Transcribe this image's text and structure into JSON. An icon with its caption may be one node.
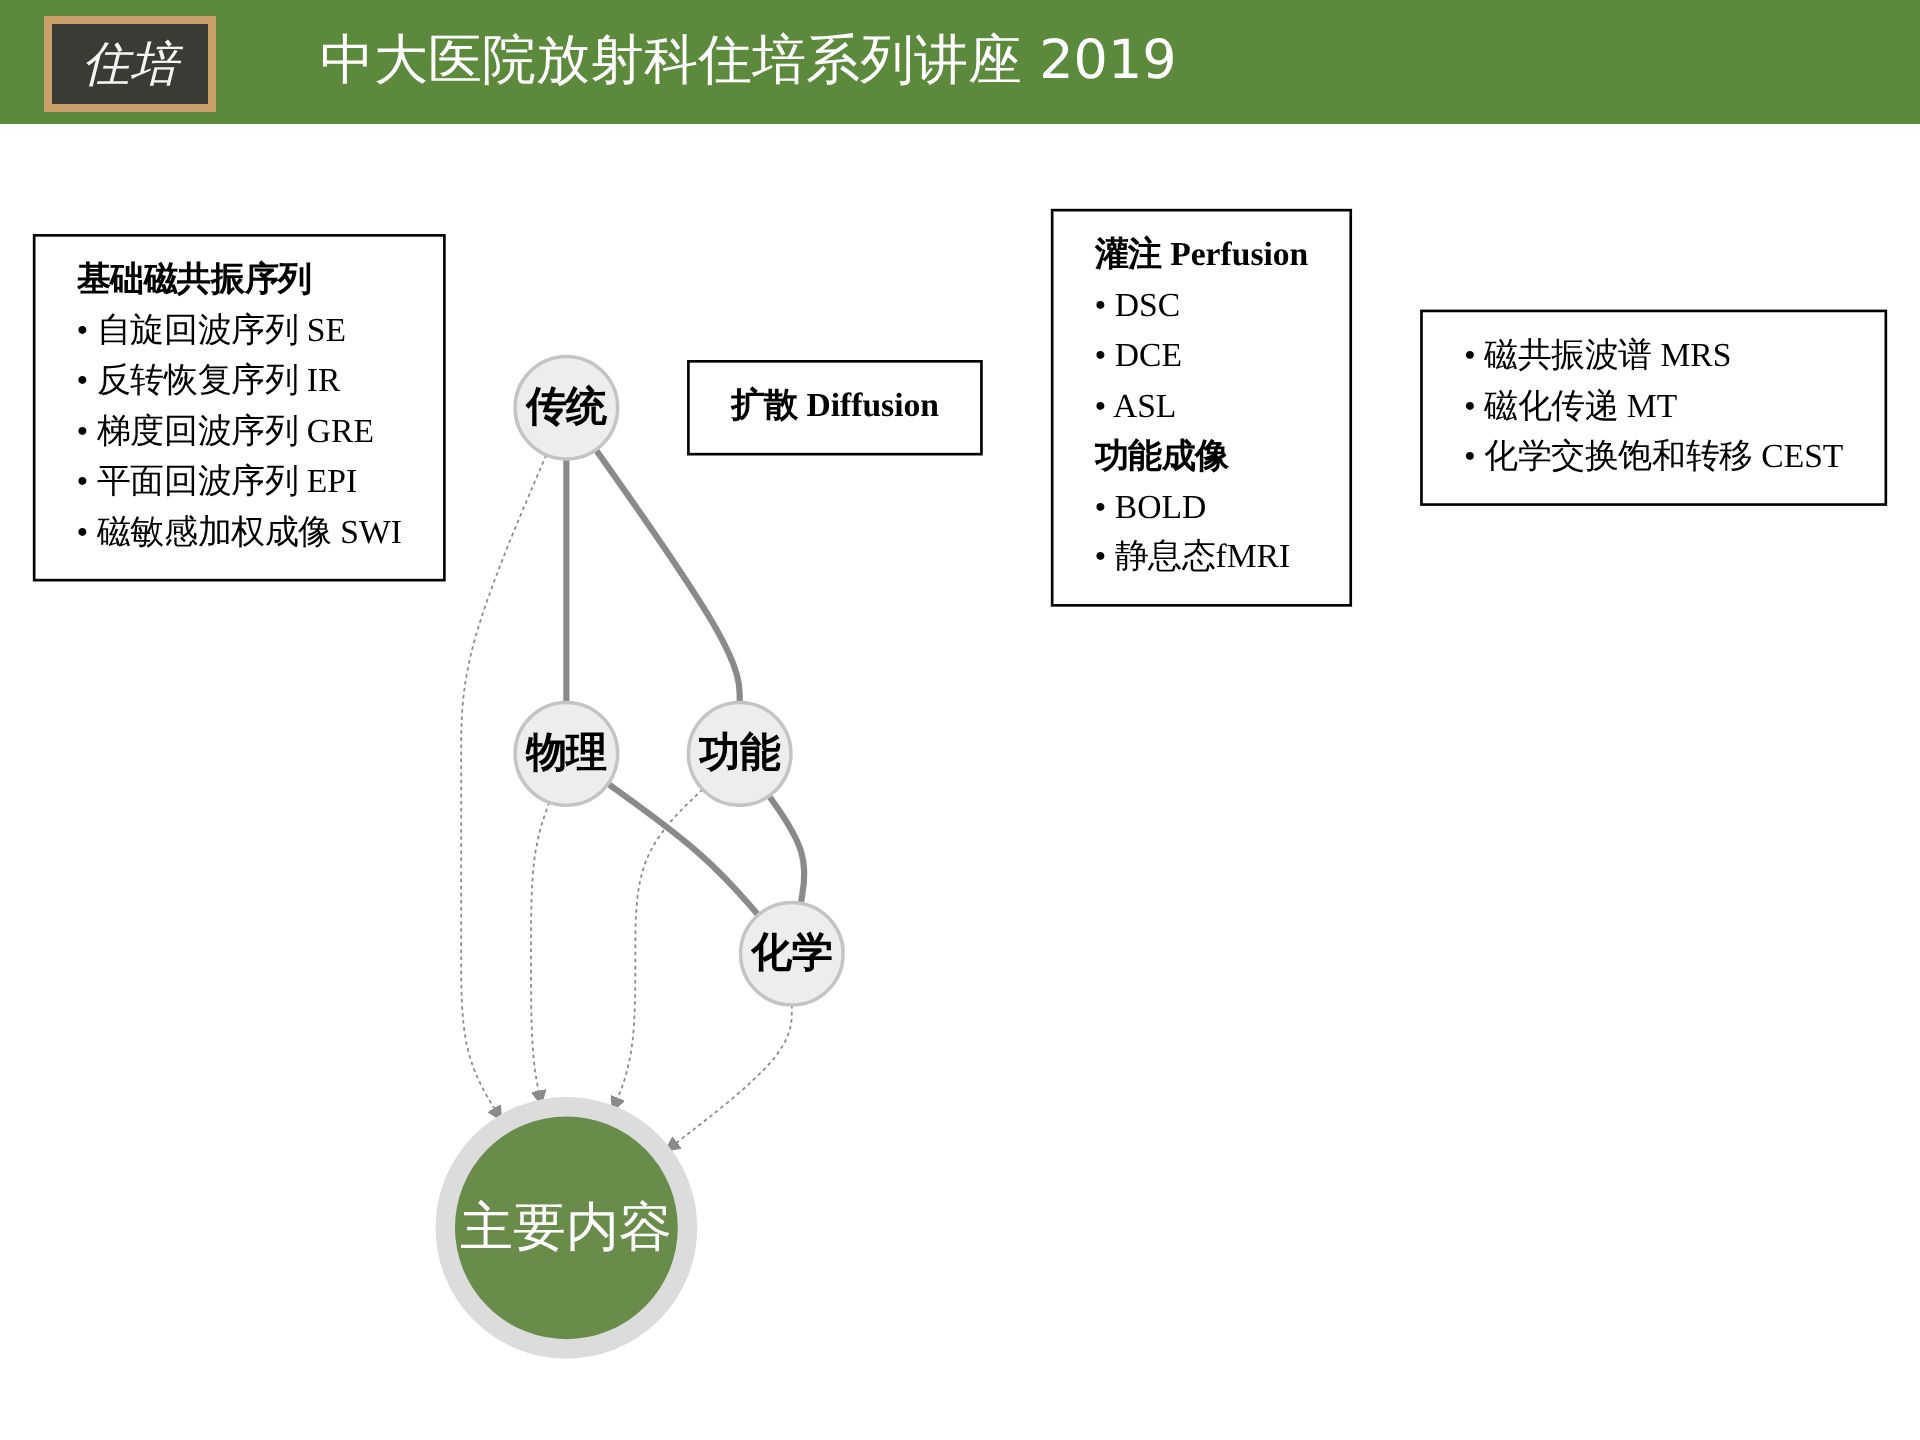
{
  "diagram": {
    "title": "中大医院放射科住培系列讲座 2019",
    "nodes": [
      {
        "text": [
          "基础磁共振序列",
          "• 自旋回波序列 SE",
          "• 反转恢复序列 IR",
          "• 梯度回波序列 GRE",
          "• 平面回波序列 EPI",
          "• 磁敏感加权成像 SWI"
        ]
      },
      {
        "text": [
          "传统"
        ]
      },
      {
        "text": [
          "物理"
        ]
      },
      {
        "text": [
          "扩散 Diffusion"
        ]
      },
      {
        "text": [
          "主要内容"
        ]
      },
      {
        "text": [
          "灌注 Perfusion",
          "• DSC",
          "• DCE",
          "• ASL",
          "功能成像",
          "• BOLD",
          "• 静息态fMRI"
        ]
      },
      {
        "text": [
          "功能"
        ]
      },
      {
        "text": [
          "化学"
        ]
      },
      {
        "text": [
          "• 磁共振波谱 MRS",
          "• 磁化传递 MT",
          "• 化学交换饱和转移 CEST"
        ]
      }
    ],
    "edges": [
      {
        "from": 1,
        "to": 4,
        "arrow": "to",
        "style": "dashed"
      },
      {
        "from": 2,
        "to": 4,
        "arrow": "to",
        "style": "dashed"
      },
      {
        "from": 6,
        "to": 4,
        "arrow": "to",
        "style": "dashed"
      },
      {
        "from": 7,
        "to": 4,
        "arrow": "to",
        "style": "dashed"
      },
      {
        "from": 1,
        "to": 2,
        "arrow": "none",
        "style": "thick"
      },
      {
        "from": 2,
        "to": 7,
        "arrow": "none",
        "style": "thick"
      },
      {
        "from": 6,
        "to": 7,
        "arrow": "none",
        "style": "thick"
      },
      {
        "from": 1,
        "to": 6,
        "arrow": "none",
        "style": "thick"
      }
    ],
    "labels": [
      "住培"
    ]
  }
}
